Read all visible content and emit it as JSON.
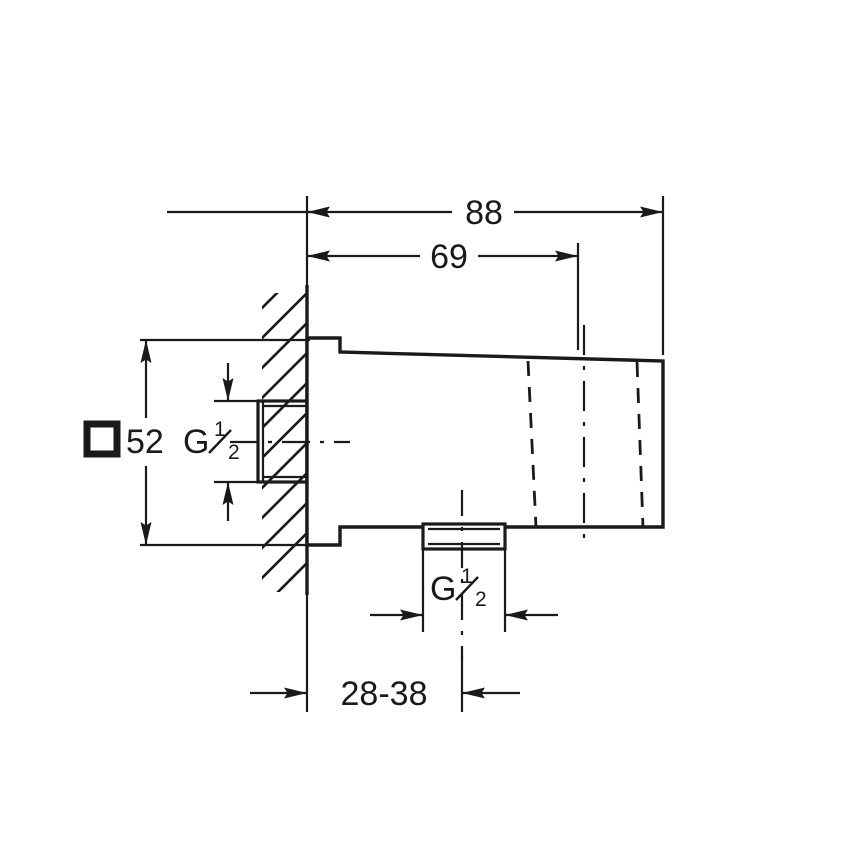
{
  "drawing": {
    "type": "technical-dimension-drawing",
    "subject": "wall union / shower outlet elbow, square flange",
    "background_color": "#ffffff",
    "line_color": "#1a1a1a",
    "dimensions": {
      "overall_length": "88",
      "body_length": "69",
      "flange_size": "52",
      "wall_thickness_range": "28-38",
      "square_symbol": "□"
    },
    "thread_labels": {
      "inlet": {
        "letter": "G",
        "numerator": "1",
        "denominator": "2"
      },
      "outlet": {
        "letter": "G",
        "numerator": "1",
        "denominator": "2"
      }
    }
  }
}
